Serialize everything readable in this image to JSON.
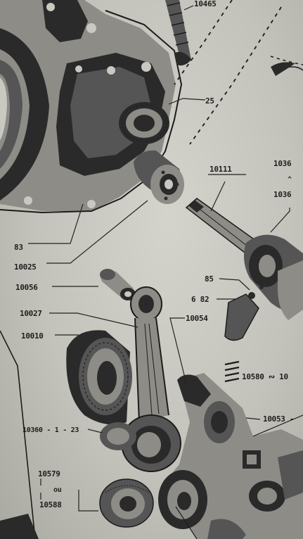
{
  "diagram": {
    "labels": {
      "p10465": "10465",
      "p25": "25",
      "p10111": "10111",
      "p1036_top": "1036",
      "p1036_caret": "^",
      "p1036_bot": "1036",
      "p83": "83",
      "p10025": "10025",
      "p10056": "10056",
      "p85": "85",
      "p682": "6 82",
      "p10027": "10027",
      "p10054": "10054",
      "p10010": "10010",
      "p10580": "10580 ∾ 10",
      "p10053": "10053 -",
      "p10360": "10360 - 1 - 23",
      "p10579": "10579",
      "p_ou": "ou",
      "p10588": "10588"
    }
  }
}
